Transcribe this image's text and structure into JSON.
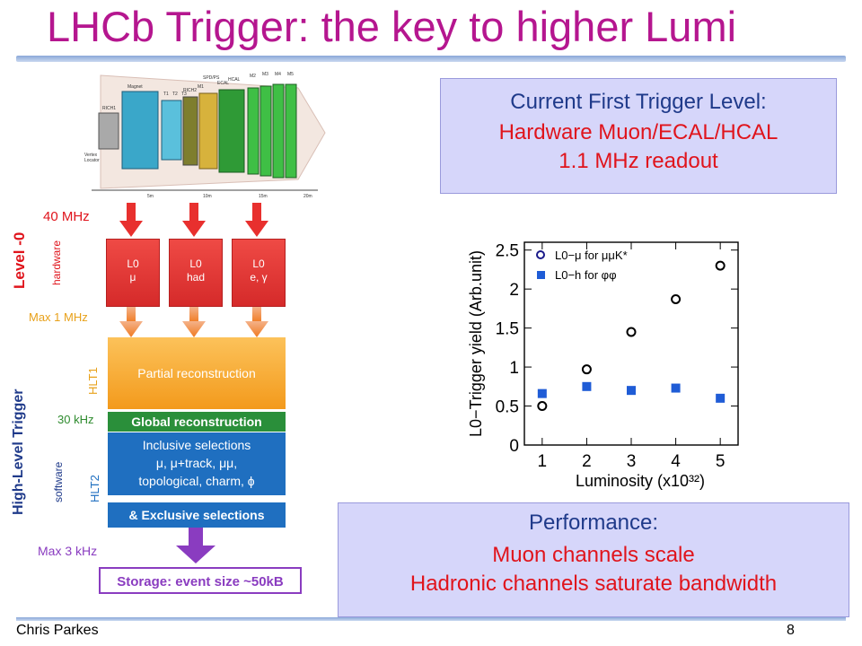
{
  "slide": {
    "title": "LHCb Trigger: the key to higher Lumi",
    "footer_author": "Chris Parkes",
    "page_number": "8"
  },
  "box_top": {
    "line1": "Current First Trigger Level:",
    "line2": "Hardware Muon/ECAL/HCAL",
    "line3": "1.1 MHz readout"
  },
  "box_bottom": {
    "line1": "Performance:",
    "line2": "Muon channels scale",
    "line3": "Hadronic channels saturate bandwidth"
  },
  "detector": {
    "labels": [
      "RICH1",
      "Magnet",
      "SPD/PS",
      "ECAL",
      "HCAL",
      "RICH2",
      "M1",
      "M2",
      "M3",
      "M4",
      "M5",
      "T1",
      "T2",
      "T3",
      "Vertex",
      "Locator"
    ],
    "axis": [
      "5m",
      "10m",
      "15m",
      "20m"
    ]
  },
  "trigger": {
    "rate_40": "40 MHz",
    "level0_word": "Level -0",
    "level0_sub": "hardware",
    "l0_mu": "L0\nμ",
    "l0_had": "L0\nhad",
    "l0_eg": "L0\ne, γ",
    "max1": "Max 1 MHz",
    "hlt1": "HLT1",
    "partial": "Partial reconstruction",
    "rate_30": "30 kHz",
    "global": "Global reconstruction",
    "inclusive1": "Inclusive selections",
    "inclusive2": "μ, μ+track, μμ,",
    "inclusive3": "topological, charm, ϕ",
    "hlt2": "HLT2",
    "exclusive": "& Exclusive selections",
    "hlt_word": "High-Level Trigger",
    "hlt_sub": "software",
    "max3": "Max 3 kHz",
    "storage": "Storage: event size ~50kB"
  },
  "chart_data": {
    "type": "scatter",
    "xlabel": "Luminosity (x10³²)",
    "ylabel": "L0−Trigger yield (Arb.unit)",
    "xlim": [
      0.6,
      5.4
    ],
    "ylim": [
      0,
      2.6
    ],
    "xticks": [
      "1",
      "2",
      "3",
      "4",
      "5"
    ],
    "yticks": [
      "0",
      "0.5",
      "1",
      "1.5",
      "2",
      "2.5"
    ],
    "series": [
      {
        "name": "L0−μ for μμK*",
        "marker": "open-circle",
        "color": "#1a1a8a",
        "x": [
          1,
          2,
          3,
          4,
          5
        ],
        "y": [
          0.5,
          0.97,
          1.45,
          1.87,
          2.3
        ]
      },
      {
        "name": "L0−h for φφ",
        "marker": "filled-square",
        "color": "#1f5cd6",
        "x": [
          1,
          2,
          3,
          4,
          5
        ],
        "y": [
          0.66,
          0.75,
          0.7,
          0.73,
          0.6
        ]
      }
    ]
  }
}
